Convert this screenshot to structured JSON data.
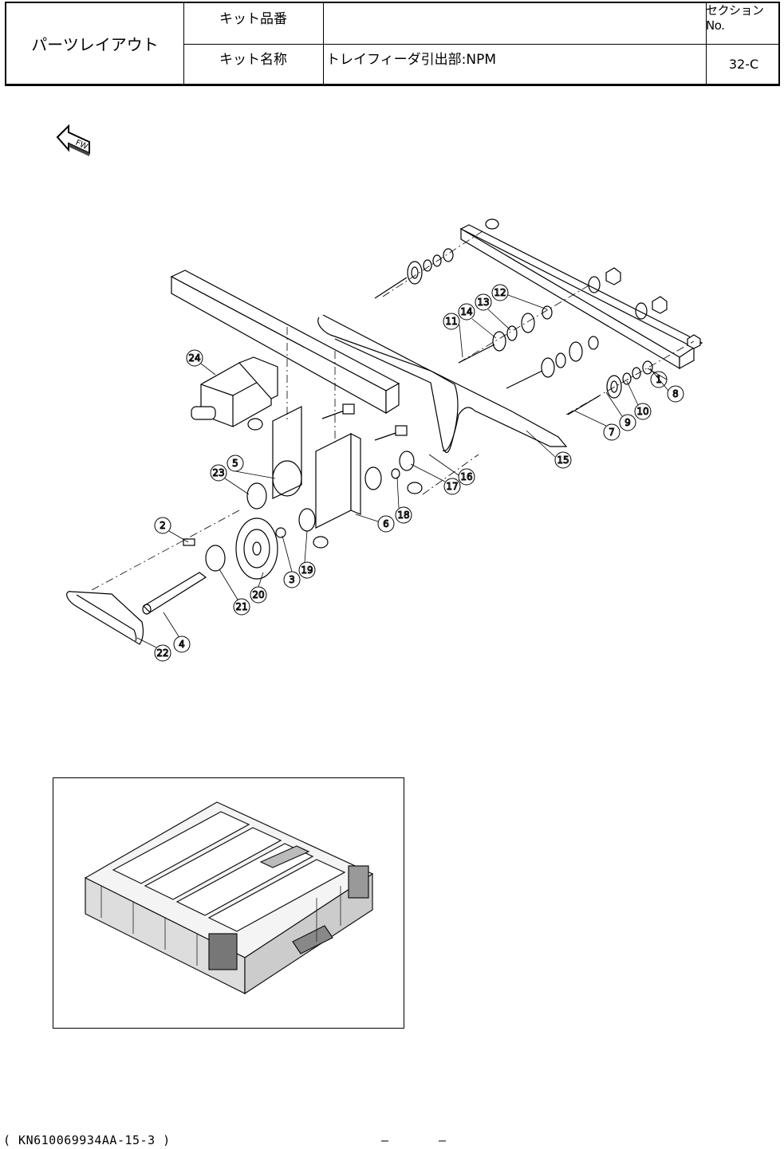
{
  "header": {
    "title": "パーツレイアウト",
    "kit_number_label": "キット品番",
    "kit_number_value": "",
    "kit_name_label": "キット名称",
    "kit_name_value": "トレイフィーダ引出部:NPM",
    "section_label": "セクションNo.",
    "section_value": "32-C"
  },
  "diagram": {
    "callouts": [
      "1",
      "2",
      "3",
      "4",
      "5",
      "6",
      "7",
      "8",
      "9",
      "10",
      "11",
      "12",
      "13",
      "14",
      "15",
      "16",
      "17",
      "18",
      "19",
      "20",
      "21",
      "22",
      "23",
      "24"
    ]
  },
  "footer": {
    "code": "( KN610069934AA-15-3 )",
    "dash_left": "–",
    "dash_right": "–"
  }
}
